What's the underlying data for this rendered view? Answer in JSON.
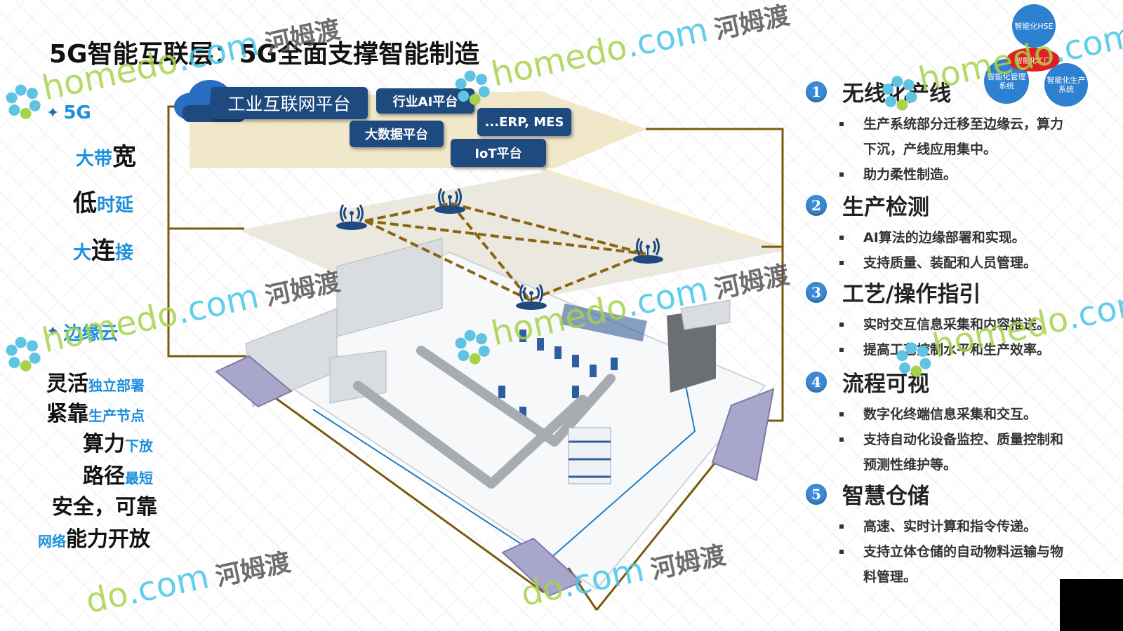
{
  "title": "5G智能互联层：5G全面支撑智能制造",
  "left_panel": {
    "section_5g": {
      "icon": "four-point-star-icon",
      "heading": "5G",
      "features": [
        {
          "parts": [
            {
              "text": "大带",
              "style": "blue"
            },
            {
              "text": "宽",
              "style": "black"
            }
          ]
        },
        {
          "parts": [
            {
              "text": "低",
              "style": "black"
            },
            {
              "text": "时延",
              "style": "blue"
            }
          ]
        },
        {
          "parts": [
            {
              "text": "大",
              "style": "blue"
            },
            {
              "text": "连",
              "style": "black"
            },
            {
              "text": "接",
              "style": "blue"
            }
          ]
        }
      ]
    },
    "section_edge": {
      "icon": "four-point-star-icon",
      "heading": "边缘云",
      "features": [
        {
          "parts": [
            {
              "text": "灵活",
              "style": "black"
            },
            {
              "text": "独立部署",
              "style": "blue"
            }
          ]
        },
        {
          "parts": [
            {
              "text": "紧靠",
              "style": "black"
            },
            {
              "text": "生产节点",
              "style": "blue"
            }
          ]
        },
        {
          "parts": [
            {
              "text": "算力",
              "style": "black"
            },
            {
              "text": "下放",
              "style": "blue"
            }
          ]
        },
        {
          "parts": [
            {
              "text": "路径",
              "style": "black"
            },
            {
              "text": "最短",
              "style": "blue"
            }
          ]
        },
        {
          "parts": [
            {
              "text": "安全，可靠",
              "style": "black"
            }
          ]
        },
        {
          "parts": [
            {
              "text": "网络",
              "style": "blue"
            },
            {
              "text": "能力开放",
              "style": "black"
            }
          ]
        }
      ]
    }
  },
  "diagram": {
    "platforms": {
      "cloud_main": "工业互联网平台",
      "ai": "行业AI平台",
      "erp_mes": "...ERP, MES",
      "big_data": "大数据平台",
      "iot": "IoT平台"
    },
    "antenna_count": 4,
    "edge_node_count": 3,
    "colors": {
      "platform_box": "#1e4a80",
      "frame_line": "#7a5a0c",
      "dashed_link": "#8a6510",
      "floor_edge": "#1e7fc4",
      "edge_pad": "#a9a6cc"
    }
  },
  "right_panel": {
    "items": [
      {
        "number": "1",
        "heading": "无线化产线",
        "bullets": [
          "生产系统部分迁移至边缘云，算力下沉，产线应用集中。",
          "助力柔性制造。"
        ]
      },
      {
        "number": "2",
        "heading": "生产检测",
        "bullets": [
          "AI算法的边缘部署和实现。",
          "支持质量、装配和人员管理。"
        ]
      },
      {
        "number": "3",
        "heading": "工艺/操作指引",
        "bullets": [
          "实时交互信息采集和内容推送。",
          "提高工艺控制水平和生产效率。"
        ]
      },
      {
        "number": "4",
        "heading": "流程可视",
        "bullets": [
          "数字化终端信息采集和交互。",
          "支持自动化设备监控、质量控制和预测性维护等。"
        ]
      },
      {
        "number": "5",
        "heading": "智慧仓储",
        "bullets": [
          "高速、实时计算和指令传递。",
          "支持立体仓储的自动物料运输与物料管理。"
        ]
      }
    ]
  },
  "corner_graphic": {
    "top": "智能化HSE",
    "left": "智能化管理系统",
    "right": "智能化生产系统",
    "center": "智能化工厂"
  },
  "watermark": {
    "latin_green": "home",
    "latin_green2": "do",
    "latin_cyan": ".com",
    "chinese": "河姆渡"
  }
}
